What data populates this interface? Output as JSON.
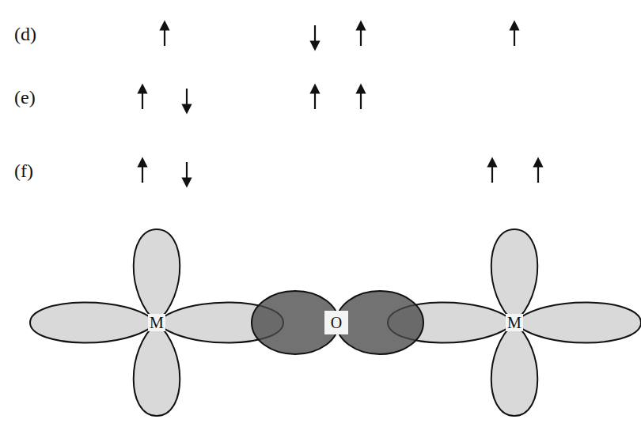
{
  "diagram": {
    "nodes": [
      {
        "text": [
          "M"
        ]
      },
      {
        "text": [
          "O"
        ]
      },
      {
        "text": [
          "M"
        ]
      }
    ],
    "labels": [
      "(d)",
      "(e)",
      "(f)"
    ]
  }
}
